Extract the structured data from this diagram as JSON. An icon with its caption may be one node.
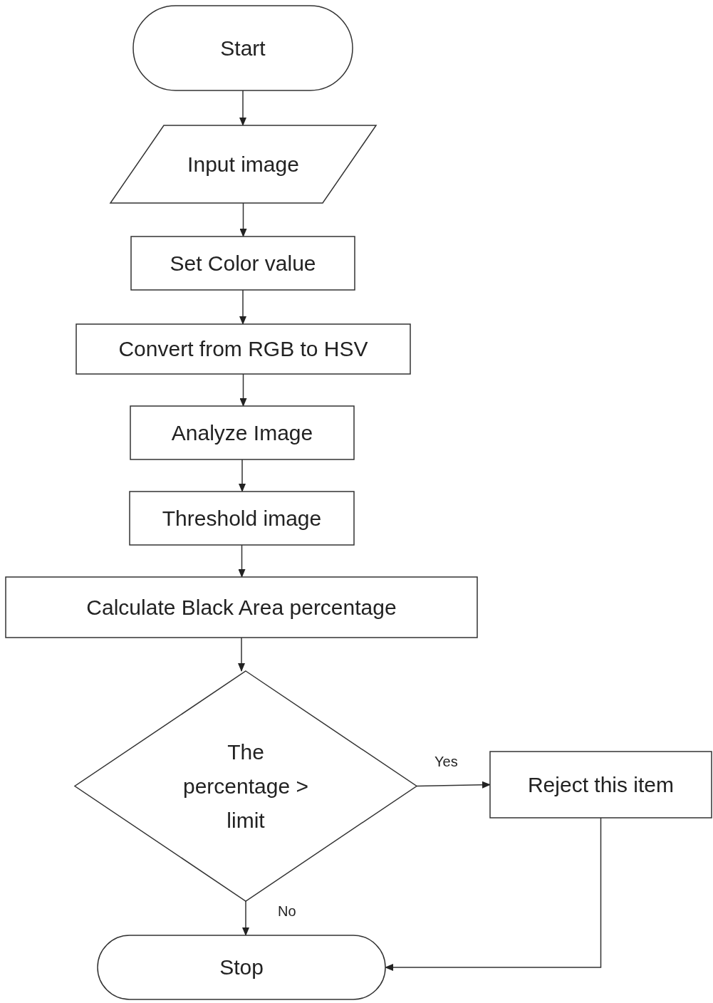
{
  "diagram": {
    "nodes": [
      {
        "text": [
          "Start"
        ]
      },
      {
        "text": [
          "Input image"
        ]
      },
      {
        "text": [
          "Set Color value"
        ]
      },
      {
        "text": [
          "Convert from RGB to HSV"
        ]
      },
      {
        "text": [
          "Analyze Image"
        ]
      },
      {
        "text": [
          "Threshold image"
        ]
      },
      {
        "text": [
          "Calculate Black Area percentage"
        ]
      },
      {
        "text": [
          "The percentage > limit"
        ]
      },
      {
        "text": [
          "Reject this item"
        ]
      },
      {
        "text": [
          "Stop"
        ]
      }
    ],
    "edges": [
      {
        "from": 0,
        "to": 1,
        "arrow": "to"
      },
      {
        "from": 1,
        "to": 2,
        "arrow": "to"
      },
      {
        "from": 2,
        "to": 3,
        "arrow": "to"
      },
      {
        "from": 3,
        "to": 4,
        "arrow": "to"
      },
      {
        "from": 4,
        "to": 5,
        "arrow": "to"
      },
      {
        "from": 5,
        "to": 6,
        "arrow": "to"
      },
      {
        "from": 6,
        "to": 7,
        "arrow": "to"
      },
      {
        "from": 7,
        "to": 8,
        "arrow": "to",
        "label": "Yes"
      },
      {
        "from": 7,
        "to": 9,
        "arrow": "to",
        "label": "No"
      },
      {
        "from": 8,
        "to": 9,
        "arrow": "to"
      }
    ]
  }
}
